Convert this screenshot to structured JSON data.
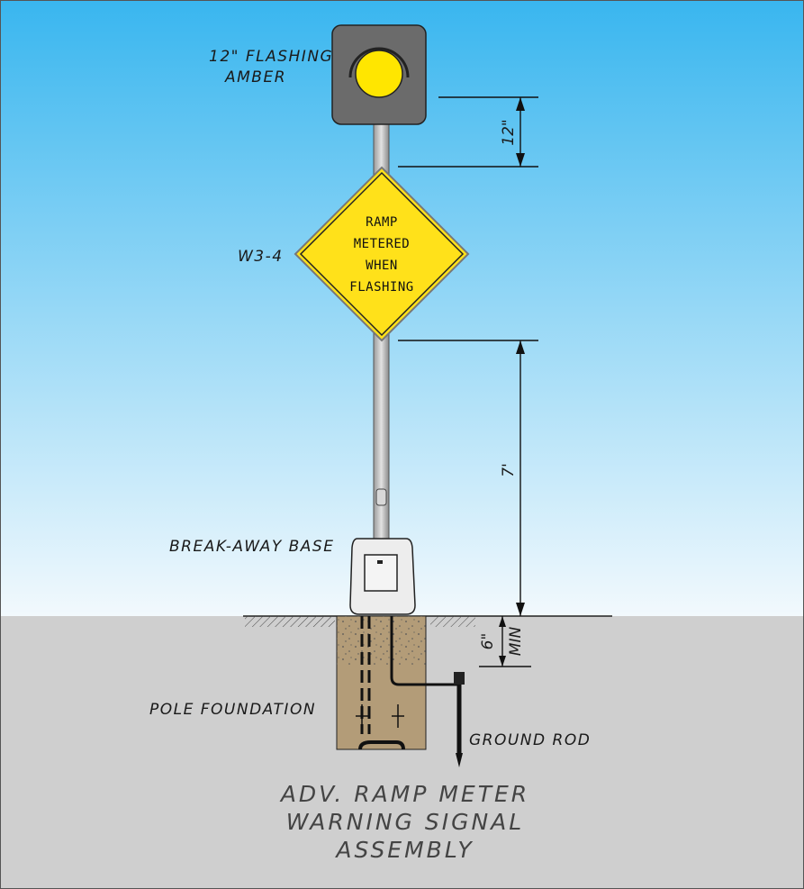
{
  "labels": {
    "flashing_amber_line1": "12\" FLASHING",
    "flashing_amber_line2": "AMBER",
    "sign_code": "W3-4",
    "breakaway_base": "BREAK-AWAY BASE",
    "pole_foundation": "POLE FOUNDATION",
    "ground_rod": "GROUND ROD"
  },
  "sign_text": [
    "RAMP",
    "METERED",
    "WHEN",
    "FLASHING"
  ],
  "dimensions": {
    "signal_to_sign": "12\"",
    "sign_to_ground": "7'",
    "foundation_above_grade": "6\"",
    "foundation_min": "MIN"
  },
  "title": [
    "ADV. RAMP METER",
    "WARNING SIGNAL",
    "ASSEMBLY"
  ],
  "colors": {
    "sky_top": "#39b6ef",
    "sky_bottom": "#f2f9fd",
    "ground": "#cfcfcf",
    "sign_yellow": "#ffe11a",
    "beacon_yellow": "#ffe600",
    "signal_housing": "#6b6b6b",
    "foundation": "#b39c78"
  }
}
